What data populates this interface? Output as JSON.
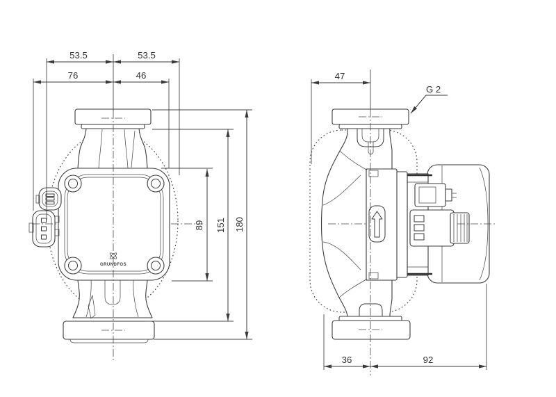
{
  "drawing": {
    "type": "pump-dimensional-drawing",
    "brand": "GRUNDFOS",
    "line_color": "#3a3a3a",
    "background": "#ffffff",
    "front_view": {
      "dim_shell_half_left": "53.5",
      "dim_shell_half_right": "53.5",
      "dim_connector_to_center": "76",
      "dim_center_to_body": "46",
      "dim_control_face_height": "89",
      "dim_body_height": "151",
      "dim_port_to_port": "180"
    },
    "side_view": {
      "dim_center_to_shell_front": "47",
      "thread_label": "G 2",
      "dim_center_to_pipe_back": "36",
      "dim_center_to_motor_end": "92"
    }
  }
}
